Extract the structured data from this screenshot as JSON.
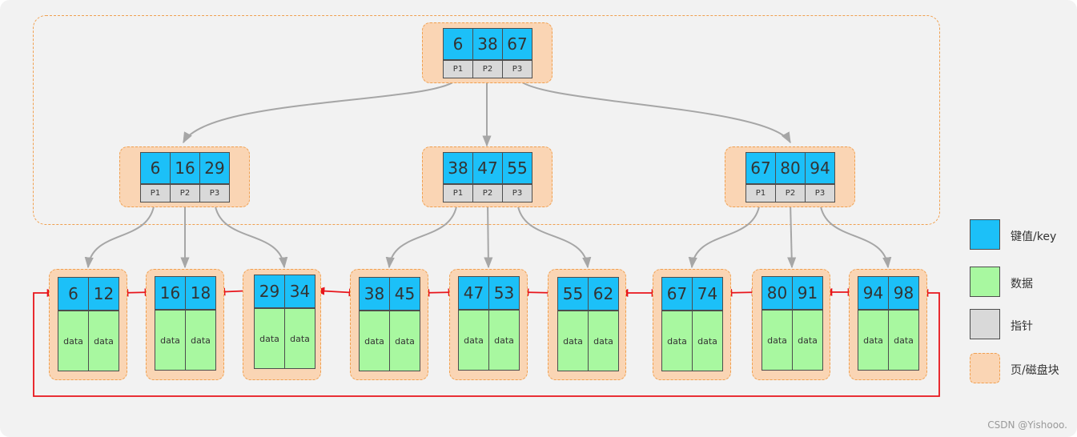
{
  "colors": {
    "key": "#1cc0f8",
    "data": "#a8f8a0",
    "pointer": "#d9d9d9",
    "page": "#fad5b4",
    "page_border": "#f0a050",
    "tree_arrow": "#a6a6a6",
    "leaf_link": "#e8151b"
  },
  "root": {
    "keys": [
      "6",
      "38",
      "67"
    ],
    "pointers": [
      "P1",
      "P2",
      "P3"
    ]
  },
  "internal": [
    {
      "keys": [
        "6",
        "16",
        "29"
      ],
      "pointers": [
        "P1",
        "P2",
        "P3"
      ]
    },
    {
      "keys": [
        "38",
        "47",
        "55"
      ],
      "pointers": [
        "P1",
        "P2",
        "P3"
      ]
    },
    {
      "keys": [
        "67",
        "80",
        "94"
      ],
      "pointers": [
        "P1",
        "P2",
        "P3"
      ]
    }
  ],
  "leaves": [
    {
      "keys": [
        "6",
        "12"
      ],
      "data": [
        "data",
        "data"
      ]
    },
    {
      "keys": [
        "16",
        "18"
      ],
      "data": [
        "data",
        "data"
      ]
    },
    {
      "keys": [
        "29",
        "34"
      ],
      "data": [
        "data",
        "data"
      ]
    },
    {
      "keys": [
        "38",
        "45"
      ],
      "data": [
        "data",
        "data"
      ]
    },
    {
      "keys": [
        "47",
        "53"
      ],
      "data": [
        "data",
        "data"
      ]
    },
    {
      "keys": [
        "55",
        "62"
      ],
      "data": [
        "data",
        "data"
      ]
    },
    {
      "keys": [
        "67",
        "74"
      ],
      "data": [
        "data",
        "data"
      ]
    },
    {
      "keys": [
        "80",
        "91"
      ],
      "data": [
        "data",
        "data"
      ]
    },
    {
      "keys": [
        "94",
        "98"
      ],
      "data": [
        "data",
        "data"
      ]
    }
  ],
  "legend": [
    {
      "label": "键值/key",
      "swatch": "key",
      "icon": "key-swatch-icon"
    },
    {
      "label": "数据",
      "swatch": "data",
      "icon": "data-swatch-icon"
    },
    {
      "label": "指针",
      "swatch": "pointer",
      "icon": "pointer-swatch-icon"
    },
    {
      "label": "页/磁盘块",
      "swatch": "page",
      "icon": "page-swatch-icon"
    }
  ],
  "watermark": "CSDN @Yishooo."
}
